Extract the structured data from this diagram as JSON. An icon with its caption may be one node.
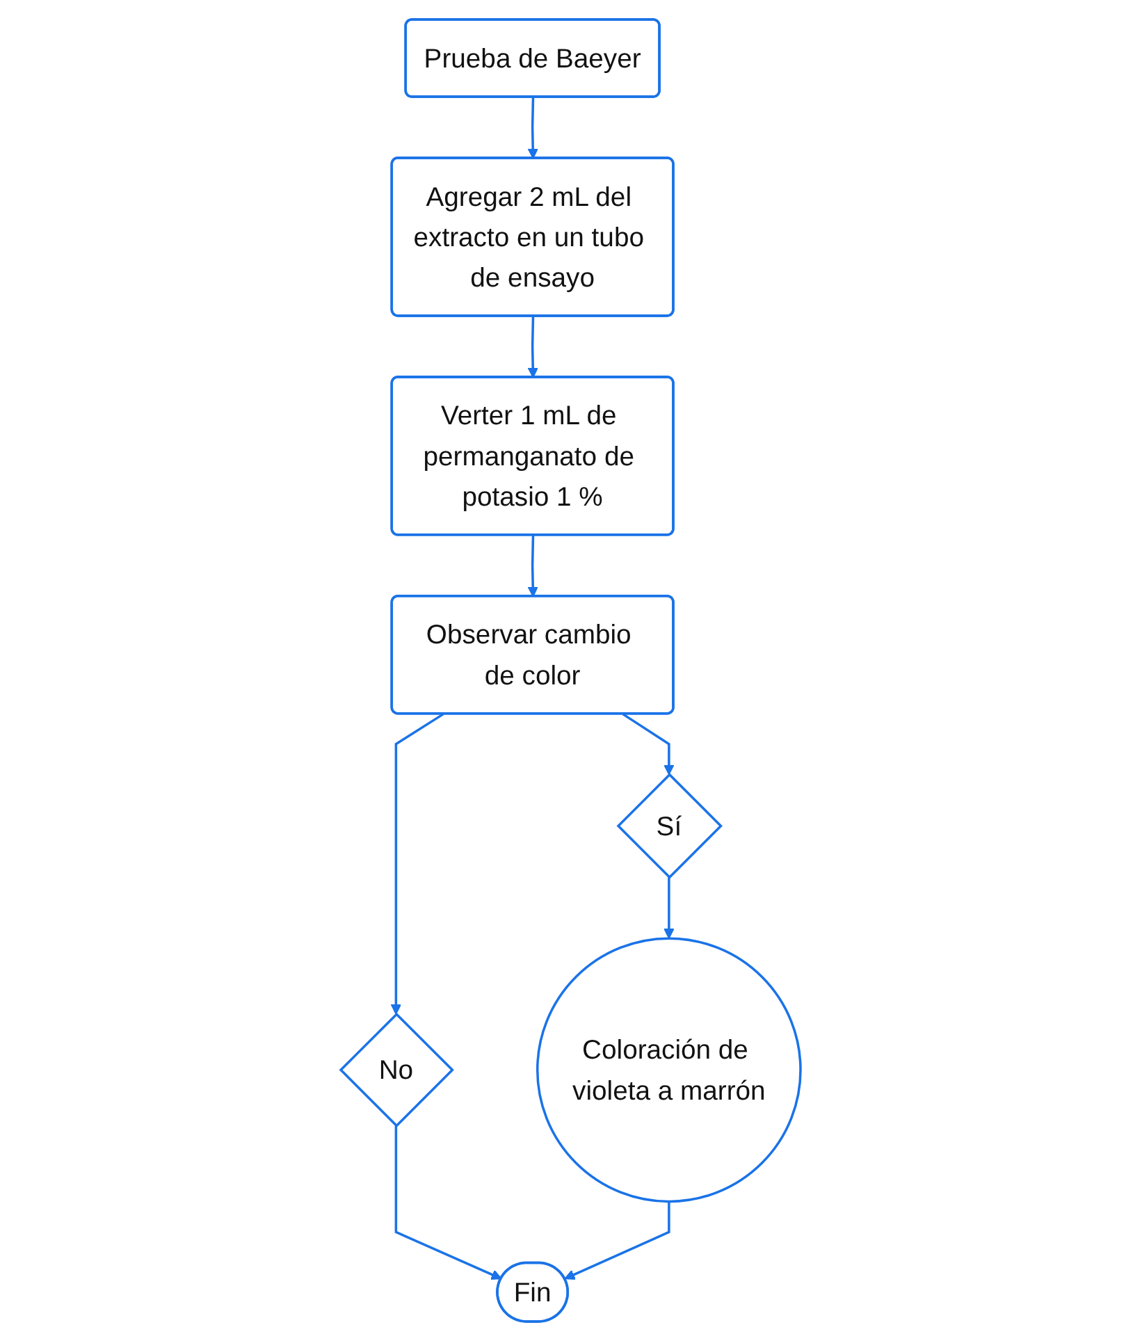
{
  "diagram": {
    "nodes": [
      {
        "text": [
          "Prueba de Baeyer"
        ]
      },
      {
        "text": [
          "Agregar 2 mL del extracto en un tubo de ensayo"
        ]
      },
      {
        "text": [
          "Verter 1 mL de permanganato de potasio 1 %"
        ]
      },
      {
        "text": [
          "Observar cambio de color"
        ]
      },
      {
        "text": [
          "Sí"
        ]
      },
      {
        "text": [
          "No"
        ]
      },
      {
        "text": [
          "Coloración de violeta a marrón"
        ]
      },
      {
        "text": [
          "Fin"
        ]
      }
    ],
    "edges": [
      {
        "from": 0,
        "to": 1,
        "arrow": "to"
      },
      {
        "from": 1,
        "to": 2,
        "arrow": "to"
      },
      {
        "from": 2,
        "to": 3,
        "arrow": "to"
      },
      {
        "from": 3,
        "to": 4,
        "arrow": "to"
      },
      {
        "from": 3,
        "to": 5,
        "arrow": "to"
      },
      {
        "from": 4,
        "to": 6,
        "arrow": "to"
      },
      {
        "from": 5,
        "to": 7,
        "arrow": "to"
      },
      {
        "from": 6,
        "to": 7,
        "arrow": "to"
      }
    ]
  }
}
